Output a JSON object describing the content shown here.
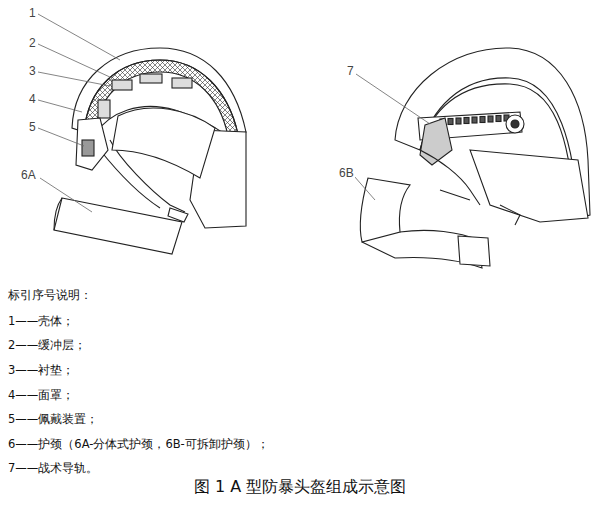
{
  "diagram": {
    "caption": "图 1 A 型防暴头盔组成示意图",
    "labels": [
      "1",
      "2",
      "3",
      "4",
      "5",
      "6A",
      "7",
      "6B",
      "标引序号说明：",
      "1——壳体；",
      "2——缓冲层；",
      "3——衬垫；",
      "4——面罩；",
      "5——佩戴装置；",
      "6——护颈（6A-分体式护颈，6B-可拆卸护颈）；",
      "7——战术导轨。"
    ]
  }
}
